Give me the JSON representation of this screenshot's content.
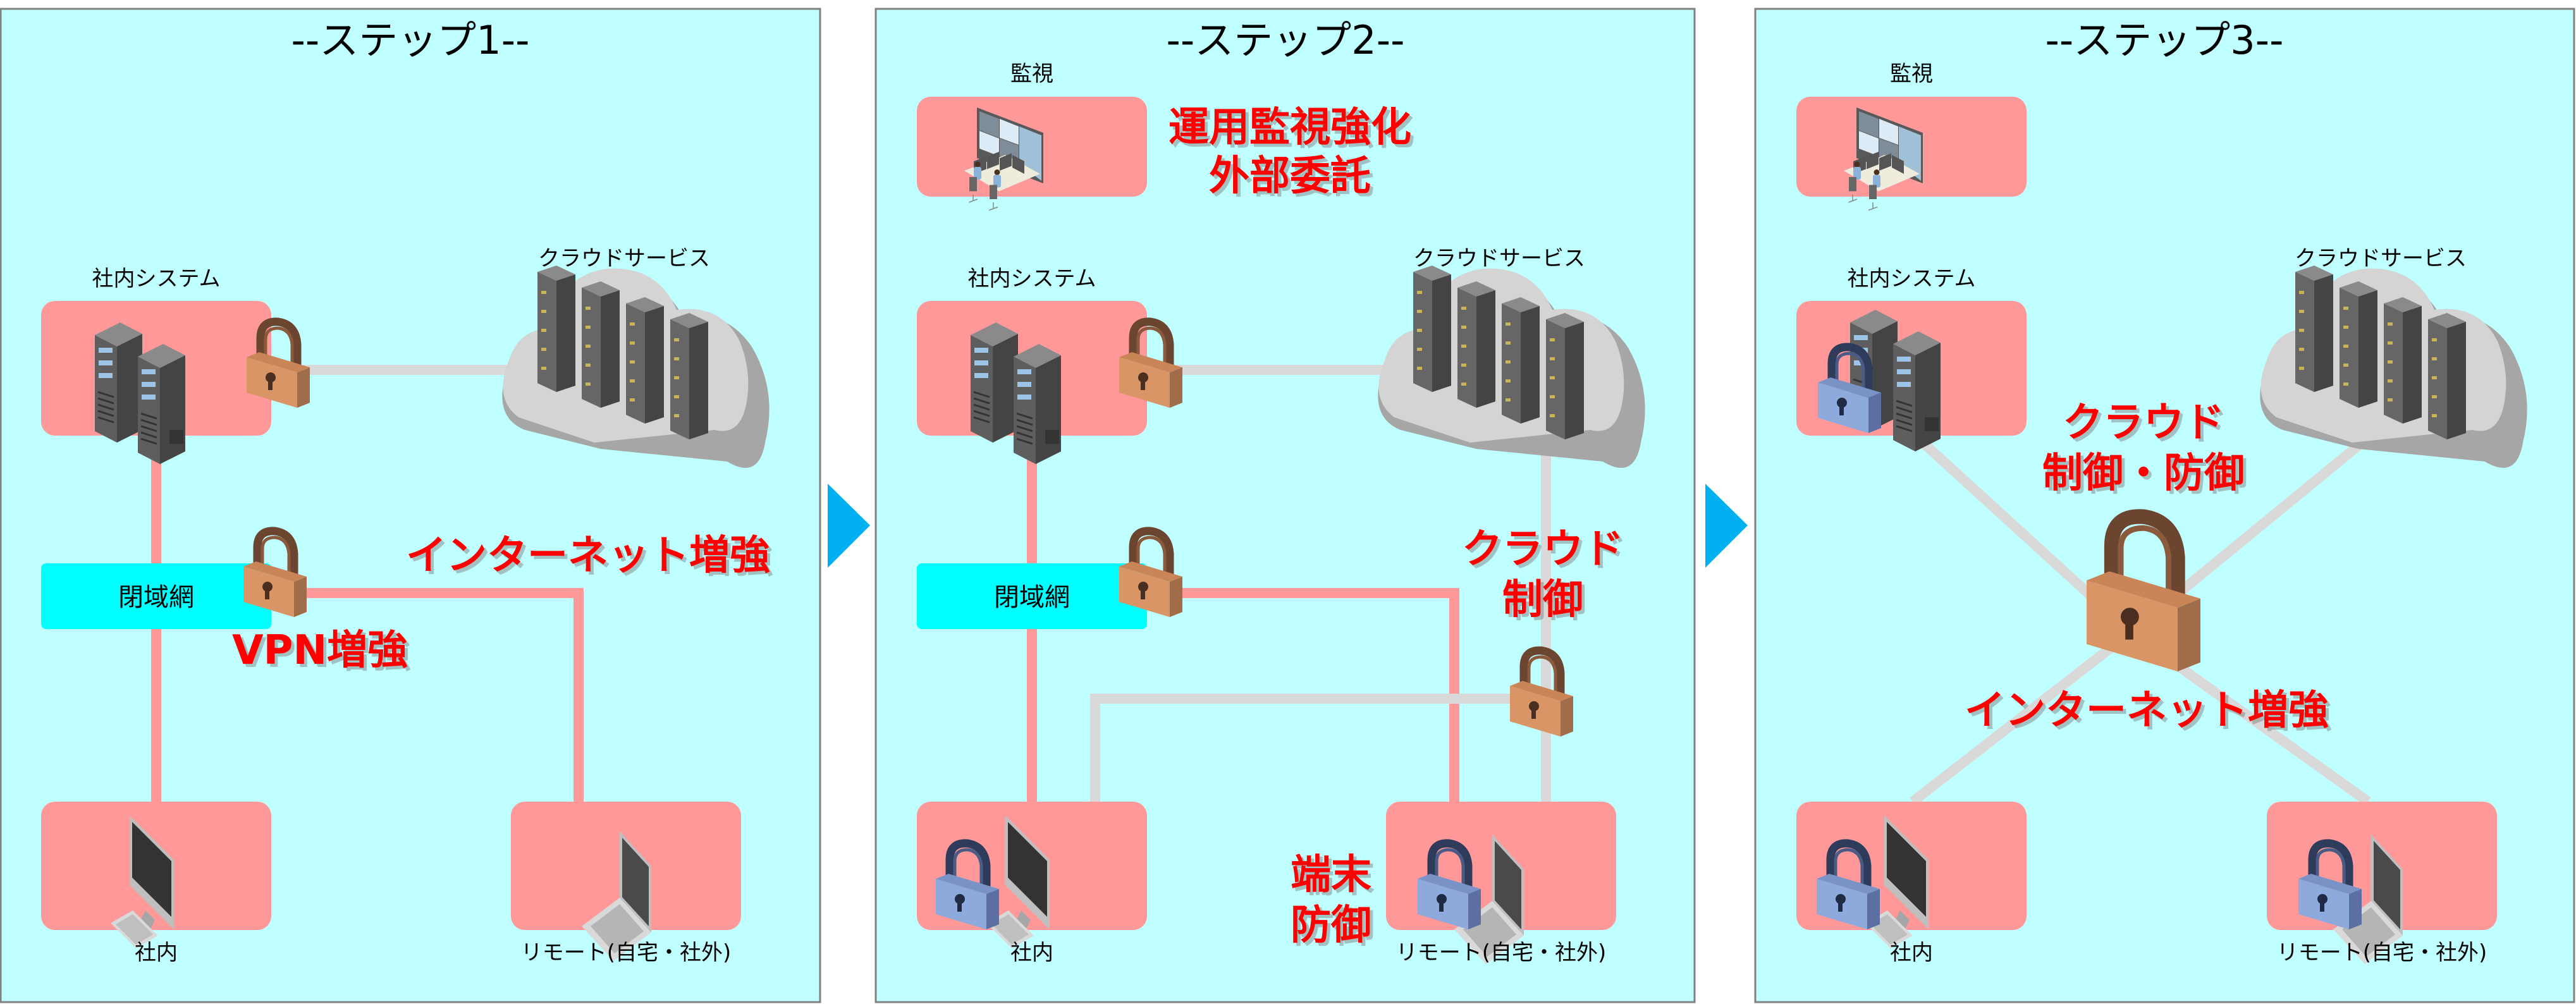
{
  "colors": {
    "panel_bg": "#C0FFFF",
    "panel_border": "#808080",
    "node_box": "#FF9999",
    "network_box": "#00FFFF",
    "pink_line": "#FF9999",
    "gray_line": "#D9D9D9",
    "arrow": "#00B0F0",
    "emphasis_text": "#FF0000"
  },
  "steps": [
    {
      "title": "--ステップ1--",
      "labels": {
        "internal_system": "社内システム",
        "cloud_service": "クラウドサービス",
        "closed_network": "閉域網",
        "office": "社内",
        "remote": "リモート(自宅・社外)"
      },
      "emphasis": {
        "internet": "インターネット増強",
        "vpn": "VPN増強"
      },
      "icons": [
        "server-rack-icon",
        "cloud-servers-icon",
        "padlock-icon",
        "desktop-pc-icon",
        "laptop-icon"
      ]
    },
    {
      "title": "--ステップ2--",
      "labels": {
        "monitoring": "監視",
        "internal_system": "社内システム",
        "cloud_service": "クラウドサービス",
        "closed_network": "閉域網",
        "office": "社内",
        "remote": "リモート(自宅・社外)"
      },
      "emphasis": {
        "ops_line1": "運用監視強化",
        "ops_line2": "外部委託",
        "cloud_line1": "クラウド",
        "cloud_line2": "制御",
        "endpoint_line1": "端末",
        "endpoint_line2": "防御"
      },
      "icons": [
        "monitoring-center-icon",
        "server-rack-icon",
        "cloud-servers-icon",
        "padlock-icon",
        "blue-padlock-icon",
        "desktop-pc-icon",
        "laptop-icon"
      ]
    },
    {
      "title": "--ステップ3--",
      "labels": {
        "monitoring": "監視",
        "internal_system": "社内システム",
        "cloud_service": "クラウドサービス",
        "office": "社内",
        "remote": "リモート(自宅・社外)"
      },
      "emphasis": {
        "cloud_line1": "クラウド",
        "cloud_line2": "制御・防御",
        "internet": "インターネット増強"
      },
      "icons": [
        "monitoring-center-icon",
        "server-rack-icon",
        "cloud-servers-icon",
        "padlock-icon",
        "blue-padlock-icon",
        "desktop-pc-icon",
        "laptop-icon"
      ]
    }
  ],
  "arrows": [
    "next-step-arrow",
    "next-step-arrow"
  ]
}
